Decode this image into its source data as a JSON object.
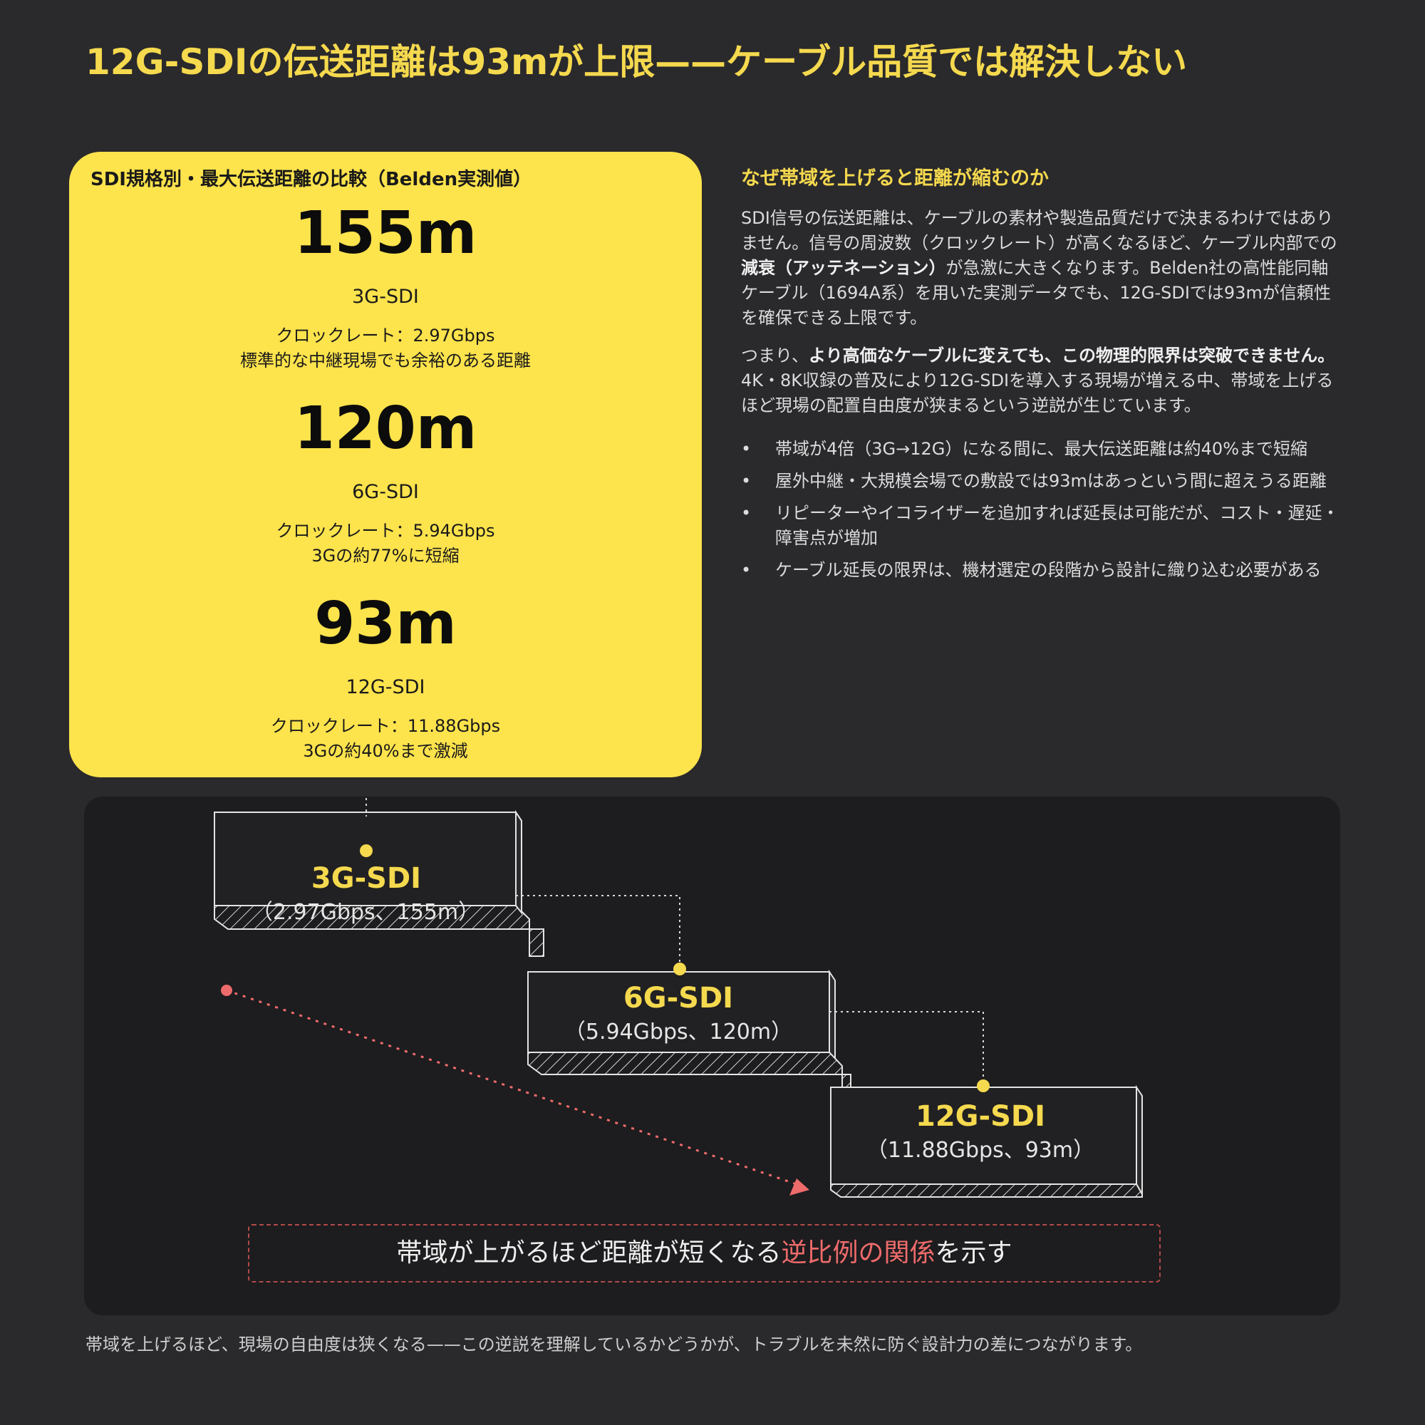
{
  "title": "12G-SDIの伝送距離は93mが上限——ケーブル品質では解決しない",
  "card": {
    "title": "SDI規格別・最大伝送距離の比較（Belden実測値）",
    "items": [
      {
        "distance": "155m",
        "standard": "3G-SDI",
        "rate": "クロックレート：2.97Gbps",
        "note": "標準的な中継現場でも余裕のある距離"
      },
      {
        "distance": "120m",
        "standard": "6G-SDI",
        "rate": "クロックレート：5.94Gbps",
        "note": "3Gの約77%に短縮"
      },
      {
        "distance": "93m",
        "standard": "12G-SDI",
        "rate": "クロックレート：11.88Gbps",
        "note": "3Gの約40%まで激減"
      }
    ]
  },
  "explain": {
    "heading": "なぜ帯域を上げると距離が縮むのか",
    "p1_a": "SDI信号の伝送距離は、ケーブルの素材や製造品質だけで決まるわけではありません。信号の周波数（クロックレート）が高くなるほど、ケーブル内部での",
    "p1_b": "減衰（アッテネーション）",
    "p1_c": "が急激に大きくなります。Belden社の高性能同軸ケーブル（1694A系）を用いた実測データでも、12G-SDIでは93mが信頼性を確保できる上限です。",
    "p2_a": "つまり、",
    "p2_b": "より高価なケーブルに変えても、この物理的限界は突破できません。",
    "p2_c": "4K・8K収録の普及により12G-SDIを導入する現場が増える中、帯域を上げるほど現場の配置自由度が狭まるという逆説が生じています。",
    "bullets": [
      "帯域が4倍（3G→12G）になる間に、最大伝送距離は約40%まで短縮",
      "屋外中継・大規模会場での敷設では93mはあっという間に超えうる距離",
      "リピーターやイコライザーを追加すれば延長は可能だが、コスト・遅延・障害点が増加",
      "ケーブル延長の限界は、機材選定の段階から設計に織り込む必要がある"
    ]
  },
  "diagram": {
    "steps": [
      {
        "name": "3G-SDI",
        "detail": "（2.97Gbps、155m）"
      },
      {
        "name": "6G-SDI",
        "detail": "（5.94Gbps、120m）"
      },
      {
        "name": "12G-SDI",
        "detail": "（11.88Gbps、93m）"
      }
    ],
    "callout_a": "帯域が上がるほど距離が短くなる",
    "callout_b": "逆比例の関係",
    "callout_c": "を示す",
    "accent": "#f5d94e",
    "arrow_color": "#ee6b6b"
  },
  "footer": "帯域を上げるほど、現場の自由度は狭くなる——この逆説を理解しているかどうかが、トラブルを未然に防ぐ設計力の差につながります。"
}
